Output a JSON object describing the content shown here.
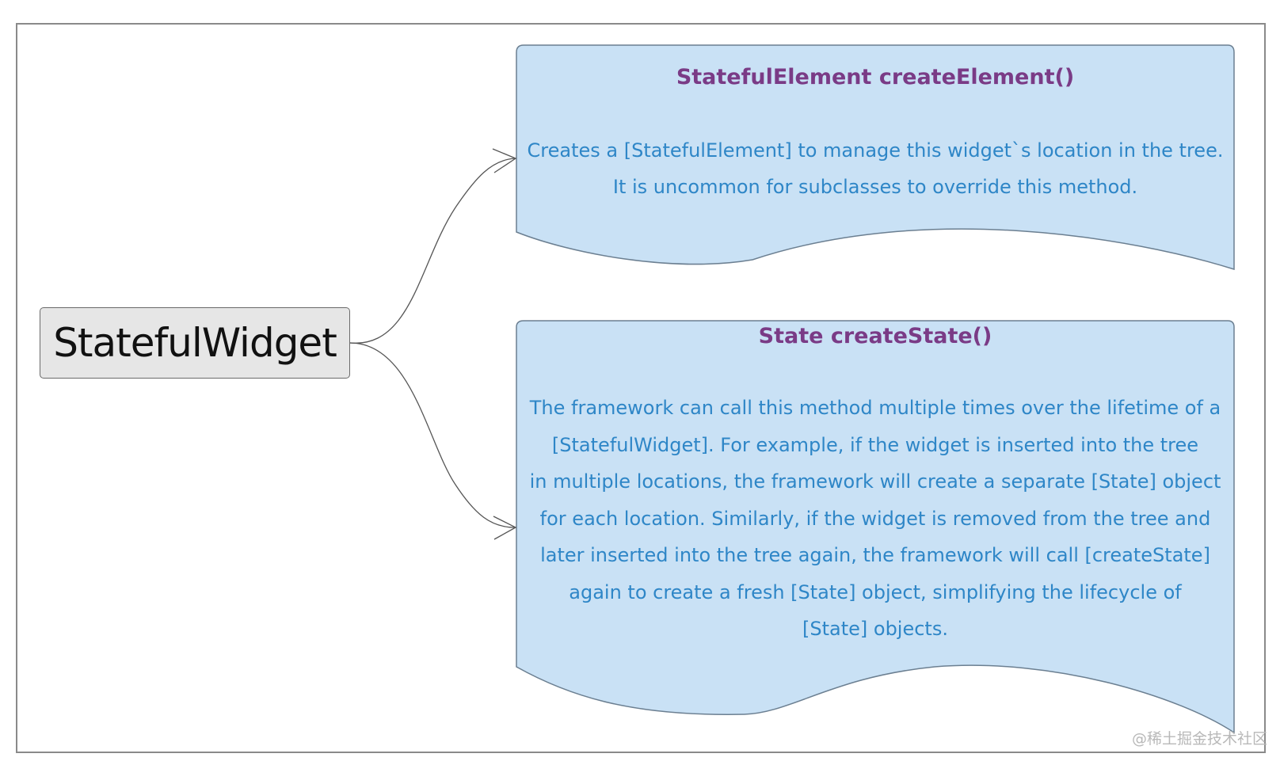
{
  "root": {
    "label": "StatefulWidget"
  },
  "notes": [
    {
      "title": "StatefulElement createElement()",
      "body": "Creates a [StatefulElement] to manage this widget`s location in the tree.\nIt is uncommon for subclasses to override this method."
    },
    {
      "title": "State createState()",
      "body": "The framework can call this method multiple times over the lifetime of a\n[StatefulWidget]. For example, if the widget is inserted into the tree\nin multiple locations, the framework will create a separate [State] object\nfor each location. Similarly, if the widget is removed from the tree and\nlater inserted into the tree again, the framework will call [createState]\nagain to create a fresh [State] object, simplifying the lifecycle of\n[State] objects."
    }
  ],
  "watermark": "@稀土掘金技术社区",
  "colors": {
    "note_fill": "#c9e1f5",
    "note_stroke": "#6b7f91",
    "title": "#7a3b86",
    "body": "#2e86c7",
    "root_fill": "#e6e6e6",
    "connector": "#555555"
  }
}
